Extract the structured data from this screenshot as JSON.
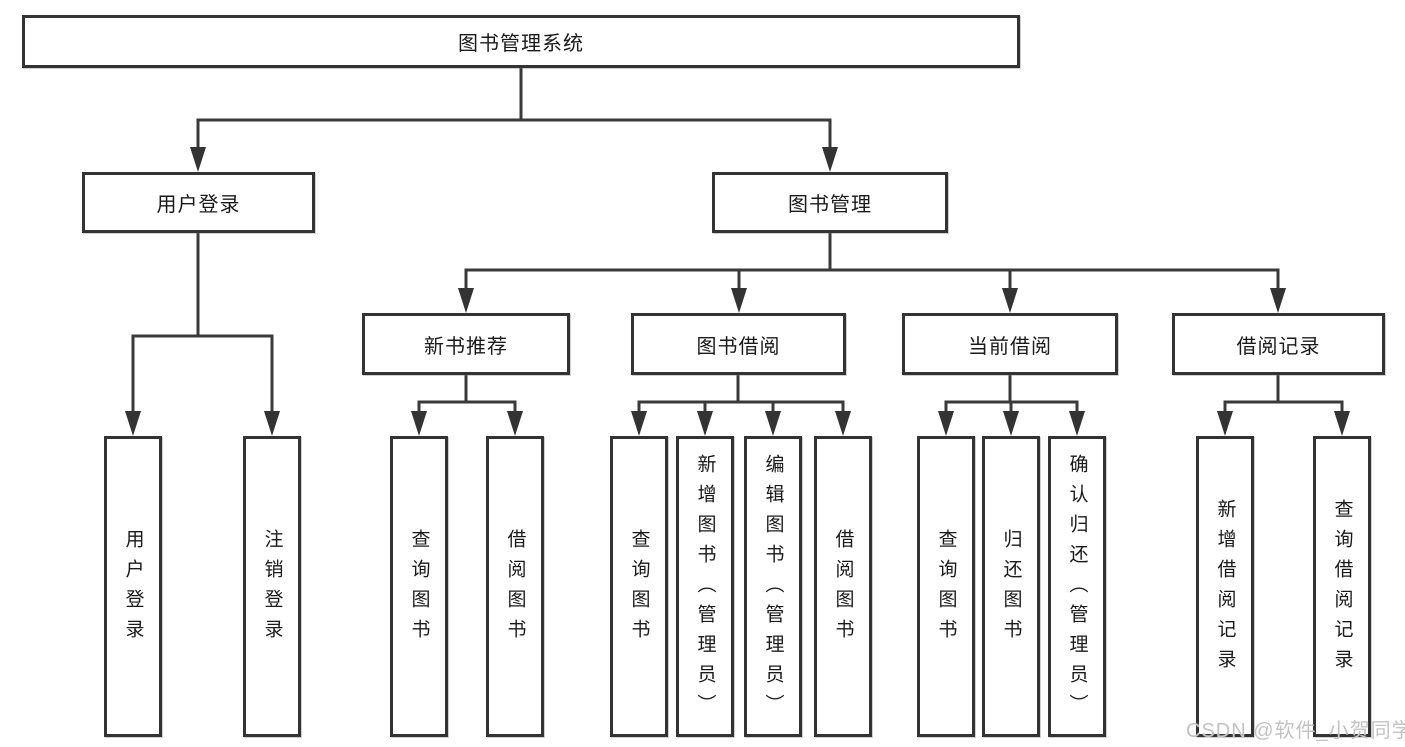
{
  "diagram": {
    "root": {
      "label": "图书管理系统"
    },
    "branches": [
      {
        "label": "用户登录",
        "children": [
          "用户登录",
          "注销登录"
        ]
      },
      {
        "label": "图书管理",
        "children": [
          {
            "label": "新书推荐",
            "children": [
              "查询图书",
              "借阅图书"
            ]
          },
          {
            "label": "图书借阅",
            "children": [
              "查询图书",
              "新增图书（管理员）",
              "编辑图书（管理员）",
              "借阅图书"
            ]
          },
          {
            "label": "当前借阅",
            "children": [
              "查询图书",
              "归还图书",
              "确认归还（管理员）"
            ]
          },
          {
            "label": "借阅记录",
            "children": [
              "新增借阅记录",
              "查询借阅记录"
            ]
          }
        ]
      }
    ]
  },
  "watermark": {
    "text": "CSDN @软件_小贺同学"
  },
  "colors": {
    "line": "#3a3a3a",
    "border": "#333333",
    "text": "#1a1a1a",
    "watermark": "#c3c3c3"
  }
}
